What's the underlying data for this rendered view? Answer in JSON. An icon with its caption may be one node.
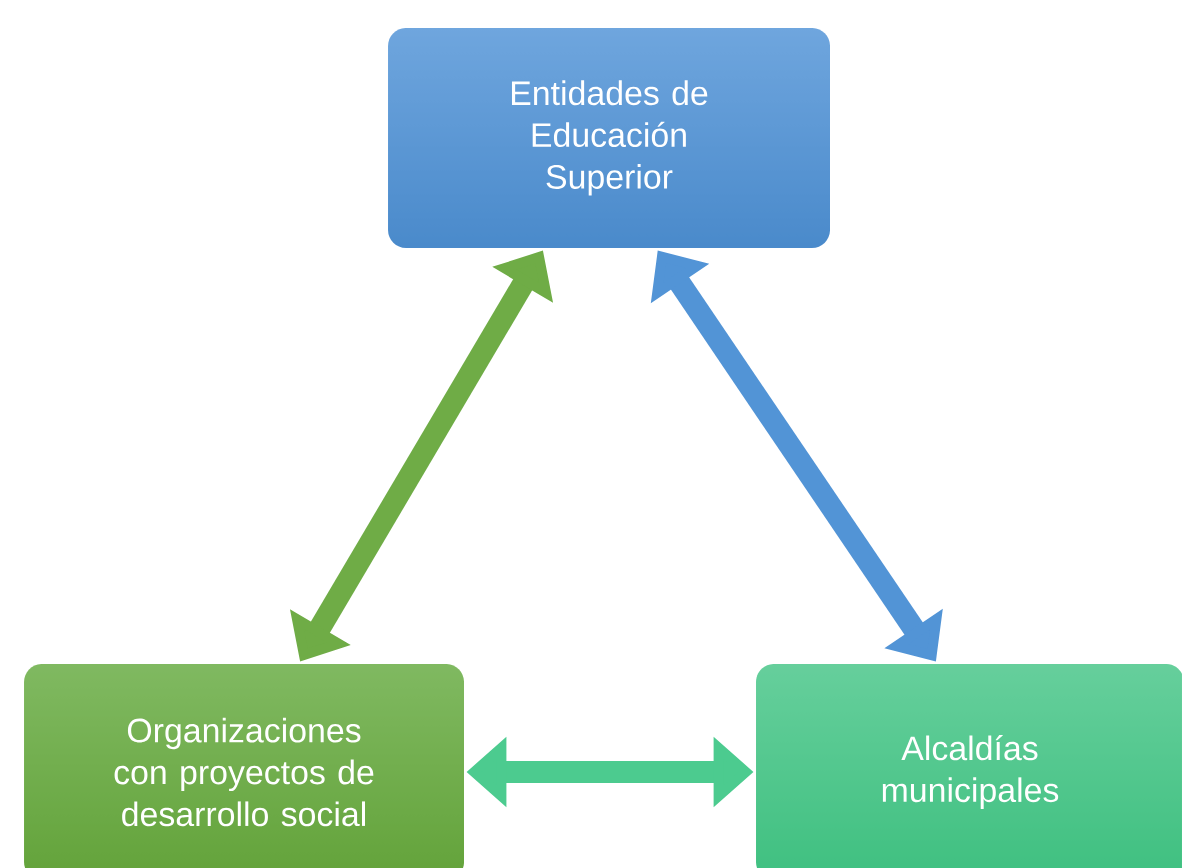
{
  "diagram": {
    "nodes": [
      {
        "text": [
          "Entidades de Educación Superior"
        ]
      },
      {
        "text": [
          "Organizaciones con proyectos de desarrollo social"
        ]
      },
      {
        "text": [
          "Alcaldías municipales"
        ]
      }
    ],
    "edges": [
      {
        "from": 1,
        "to": 0,
        "arrow": "both",
        "color": "#6fac46"
      },
      {
        "from": 0,
        "to": 2,
        "arrow": "both",
        "color": "#5294d6"
      },
      {
        "from": 1,
        "to": 2,
        "arrow": "both",
        "color": "#4ccb8f"
      }
    ]
  }
}
